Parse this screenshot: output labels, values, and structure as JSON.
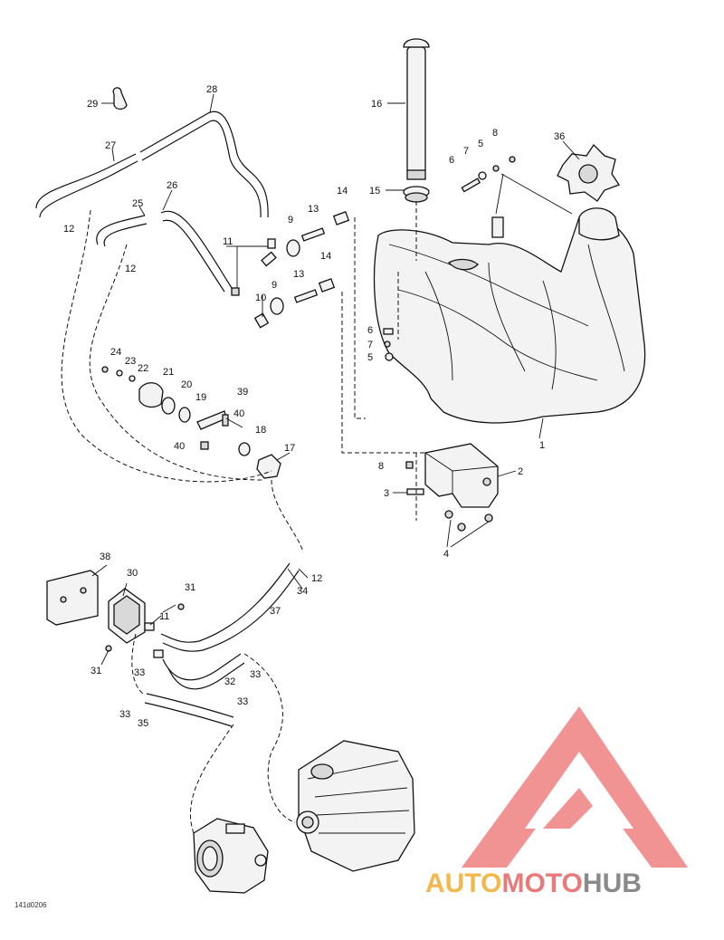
{
  "diagram": {
    "callouts": [
      "1",
      "2",
      "3",
      "4",
      "5",
      "6",
      "7",
      "8",
      "9",
      "10",
      "11",
      "12",
      "13",
      "14",
      "15",
      "16",
      "17",
      "18",
      "19",
      "20",
      "21",
      "22",
      "23",
      "24",
      "25",
      "26",
      "27",
      "28",
      "29",
      "30",
      "31",
      "32",
      "33",
      "34",
      "35",
      "36",
      "37",
      "38",
      "39",
      "40"
    ],
    "drawing_code": "141d0206"
  },
  "watermark": {
    "brand_part1": "AUTO",
    "brand_part2": "MOTO",
    "brand_part3": "HUB",
    "colors": {
      "auto": "#f2b84b",
      "moto": "#e87a7a",
      "hub": "#8a8a8a",
      "mark": "#f08080"
    }
  }
}
